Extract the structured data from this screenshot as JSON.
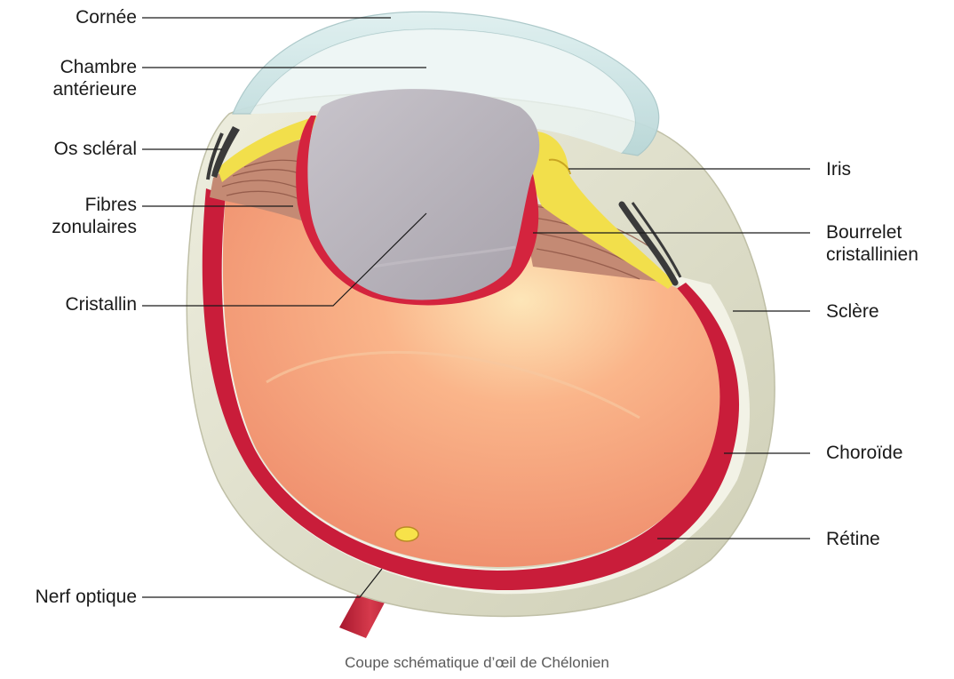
{
  "labels_left": [
    {
      "id": "cornee",
      "lines": [
        "Cornée"
      ]
    },
    {
      "id": "chambre",
      "lines": [
        "Chambre",
        "antérieure"
      ]
    },
    {
      "id": "os",
      "lines": [
        "Os scléral"
      ]
    },
    {
      "id": "fibres",
      "lines": [
        "Fibres",
        "zonulaires"
      ]
    },
    {
      "id": "cristallin",
      "lines": [
        "Cristallin"
      ]
    },
    {
      "id": "nerf",
      "lines": [
        "Nerf optique"
      ]
    }
  ],
  "labels_right": [
    {
      "id": "iris",
      "lines": [
        "Iris"
      ]
    },
    {
      "id": "bourrelet",
      "lines": [
        "Bourrelet",
        "cristallinien"
      ]
    },
    {
      "id": "sclere",
      "lines": [
        "Sclère"
      ]
    },
    {
      "id": "choroide",
      "lines": [
        "Choroïde"
      ]
    },
    {
      "id": "retine",
      "lines": [
        "Rétine"
      ]
    }
  ],
  "caption": "Coupe schématique d’œil de Chélonien",
  "colors": {
    "sclera": "#dcdcc8",
    "sclera_light": "#e8e8d6",
    "retina": "#f3a27c",
    "retina_light": "#fbd6a8",
    "choroid": "#d01e3c",
    "lens": "#b2adb5",
    "cornea": "#c7e0e0",
    "iris": "#f2df4b",
    "zonule": "#c48a74",
    "nerve": "#c0283c",
    "leader": "#1a1a1a"
  }
}
